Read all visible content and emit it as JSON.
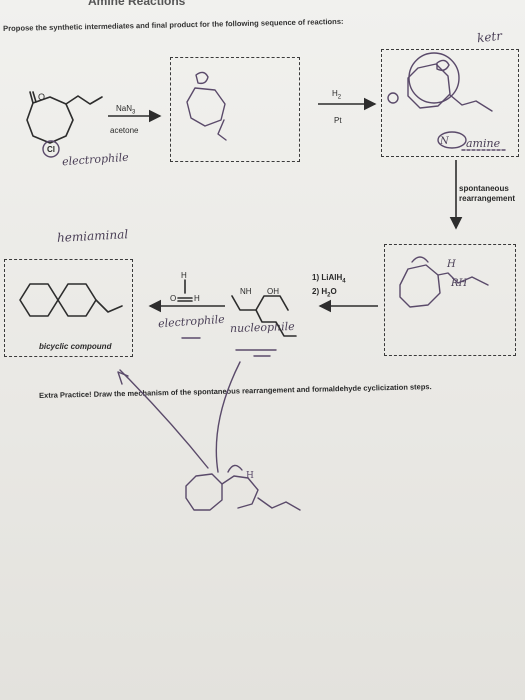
{
  "header": {
    "title": "Amine Reactions"
  },
  "prompt": "Propose the synthetic intermediates and final product for the following sequence of reactions:",
  "reagents": {
    "step1_reagent": "NaN",
    "step1_sub": "3",
    "step1_solvent": "acetone",
    "step2_top": "H",
    "step2_top_sub": "2",
    "step2_bottom": "Pt",
    "step3": "spontaneous rearrangement",
    "step4_line1": "1) LiAlH",
    "step4_line1_sub": "4",
    "step4_line2": "2) H",
    "step4_line2_sub": "2",
    "step4_line2_tail": "O"
  },
  "labels": {
    "bicyclic": "bicyclic compound",
    "nh": "NH",
    "oh": "OH",
    "aldehyde_h_top": "H",
    "aldehyde_h_right": "H",
    "aldehyde_o": "O",
    "cl": "Cl",
    "ketone_o": "O"
  },
  "extra_practice": {
    "bold": "Extra Practice!",
    "text": " Draw the mechanism of the spontaneous rearrangement and formaldehyde cyclicization steps."
  },
  "handwriting": {
    "electrophile_left": "electrophile",
    "hemiaminal": "hemiaminal",
    "electrophile": "electrophile",
    "nucleophile": "nucleophile",
    "amine": "amine",
    "n3": "N",
    "ketone": "ketr",
    "h_note": "H",
    "rh_note": "RH"
  }
}
